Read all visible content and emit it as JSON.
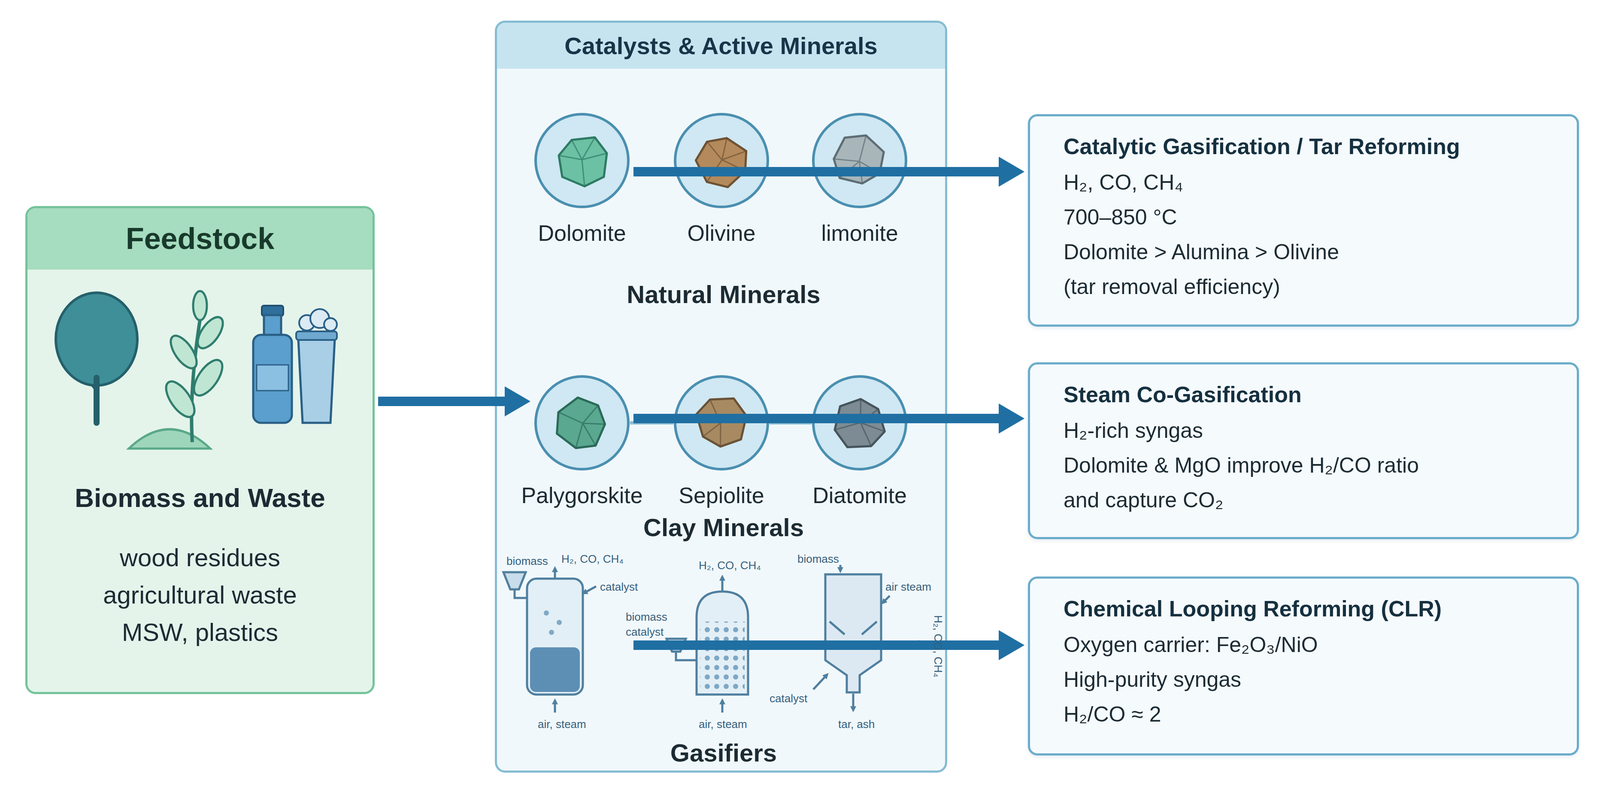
{
  "diagram": {
    "nodes": [
      {
        "text": [
          "Feedstock",
          "Biomass and Waste",
          "wood residues agricultural waste MSW, plastics"
        ]
      },
      {
        "text": [
          "Catalysts & Active Minerals"
        ]
      },
      {
        "text": [
          "Dolomite"
        ],
        "in": 1
      },
      {
        "text": [
          "Olivine"
        ],
        "in": 1
      },
      {
        "text": [
          "limonite"
        ],
        "in": 1
      },
      {
        "text": [
          "Palygorskite"
        ],
        "in": 1
      },
      {
        "text": [
          "Sepiolite"
        ],
        "in": 1
      },
      {
        "text": [
          "Diatomite"
        ],
        "in": 1
      },
      {
        "text": [
          "Catalytic Gasification / Tar Reforming",
          "H₂, CO, CH₄",
          "700–850 °C",
          "Dolomite > Alumina > Olivine",
          "(tar removal efficiency)"
        ]
      },
      {
        "text": [
          "Steam Co-Gasification",
          "H₂-rich syngas",
          "Dolomite & MgO improve H₂/CO ratio",
          "and capture CO₂"
        ]
      },
      {
        "text": [
          "Chemical Looping Reforming (CLR)",
          "Oxygen carrier: Fe₂O₃/NiO",
          "High-purity syngas",
          "H₂/CO ≈ 2"
        ]
      }
    ],
    "edges": [
      {
        "from": 0,
        "to": 1,
        "arrow": "to"
      },
      {
        "from": 5,
        "to": 6,
        "arrow": "none"
      },
      {
        "from": 6,
        "to": 7,
        "arrow": "none"
      },
      {
        "from": 1,
        "to": 8,
        "arrow": "to"
      },
      {
        "from": 1,
        "to": 9,
        "arrow": "to"
      },
      {
        "from": 1,
        "to": 10,
        "arrow": "to"
      }
    ],
    "labels": [
      "Natural Minerals",
      "Clay Minerals",
      "biomass",
      "H₂, CO, CH₄",
      "catalyst",
      "air, steam",
      "biomass",
      "catalyst",
      "H₂, CO, CH₄",
      "air, steam",
      "biomass",
      "air steam",
      "H₂, CO, CH₄",
      "catalyst",
      "tar, ash",
      "Gasifiers"
    ]
  }
}
